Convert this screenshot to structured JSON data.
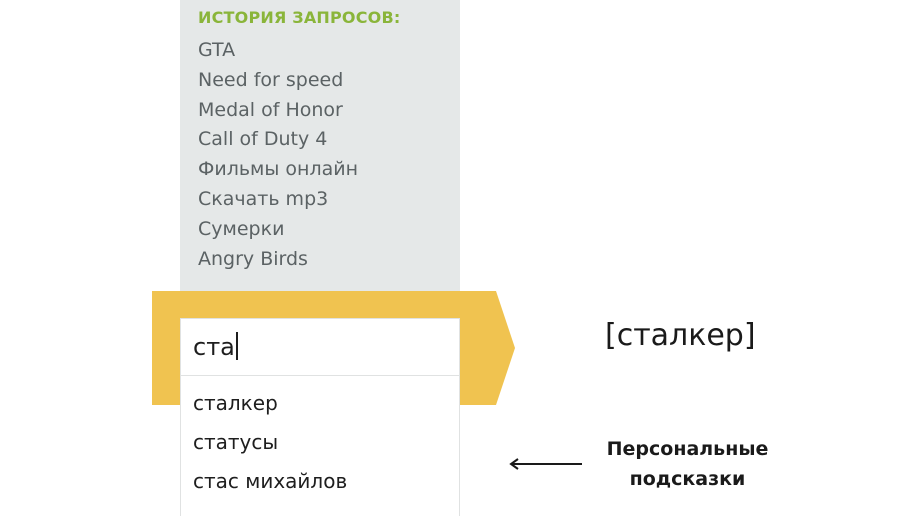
{
  "history": {
    "title": "ИСТОРИЯ ЗАПРОСОВ:",
    "items": [
      "GTA",
      "Need for speed",
      "Medal of Honor",
      "Call of Duty 4",
      "Фильмы онлайн",
      "Скачать mp3",
      "Сумерки",
      "Angry Birds"
    ]
  },
  "search": {
    "value": "ста",
    "suggestions": [
      "сталкер",
      "статусы",
      "стас михайлов"
    ]
  },
  "result": {
    "text": "[сталкер]"
  },
  "annotation": {
    "line1": "Персональные",
    "line2": "подсказки",
    "icon": "arrow-left-icon"
  },
  "colors": {
    "accent_yellow": "#f0c350",
    "history_bg": "#e5e8e8",
    "history_title": "#8ab53a",
    "history_text": "#5b6264"
  }
}
